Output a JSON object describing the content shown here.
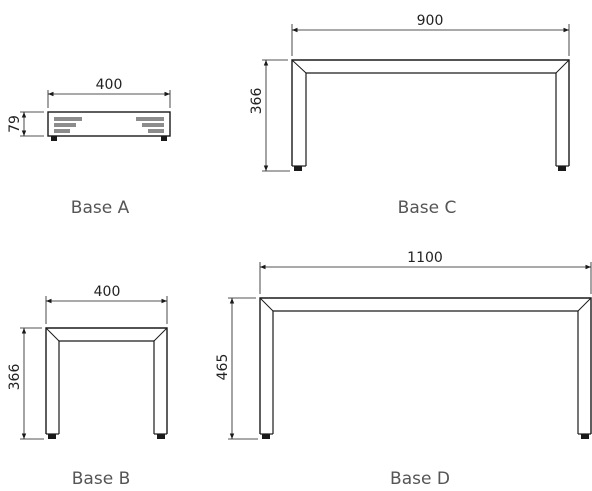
{
  "colors": {
    "line": "#1a1a1a",
    "dimension_text": "#222222",
    "caption_text": "#555555",
    "background": "#ffffff"
  },
  "bases": [
    {
      "name": "Base A",
      "width": "400",
      "height": "79"
    },
    {
      "name": "Base C",
      "width": "900",
      "height": "366"
    },
    {
      "name": "Base B",
      "width": "400",
      "height": "366"
    },
    {
      "name": "Base D",
      "width": "1100",
      "height": "465"
    }
  ]
}
